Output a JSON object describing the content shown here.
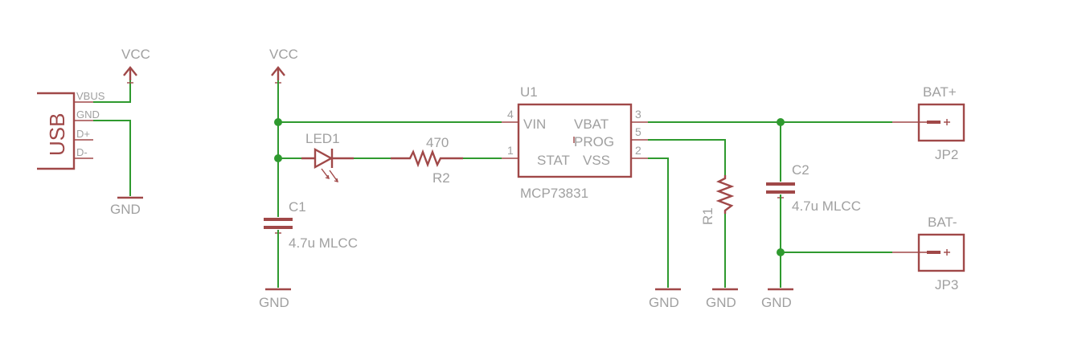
{
  "usb": {
    "label": "USB",
    "pins": [
      "VBUS",
      "GND",
      "D+",
      "D-"
    ]
  },
  "power": {
    "vcc_usb": "VCC",
    "vcc_left": "VCC",
    "gnd_usb": "GND",
    "gnd_c1": "GND",
    "gnd_vss": "GND",
    "gnd_r1": "GND",
    "gnd_c2": "GND"
  },
  "led1": {
    "name": "LED1"
  },
  "r2": {
    "name": "R2",
    "value": "470"
  },
  "c1": {
    "name": "C1",
    "value": "4.7u MLCC"
  },
  "u1": {
    "name": "U1",
    "part": "MCP73831",
    "pin_vin": "VIN",
    "pin_vbat": "VBAT",
    "pin_prog": "PROG",
    "pin_stat": "STAT",
    "pin_vss": "VSS",
    "num_vin": "4",
    "num_stat": "1",
    "num_vbat": "3",
    "num_prog": "5",
    "num_vss": "2"
  },
  "r1": {
    "name": "R1"
  },
  "c2": {
    "name": "C2",
    "value": "4.7u MLCC"
  },
  "jp2": {
    "name": "JP2",
    "label": "BAT+"
  },
  "jp3": {
    "name": "JP3",
    "label": "BAT-"
  }
}
